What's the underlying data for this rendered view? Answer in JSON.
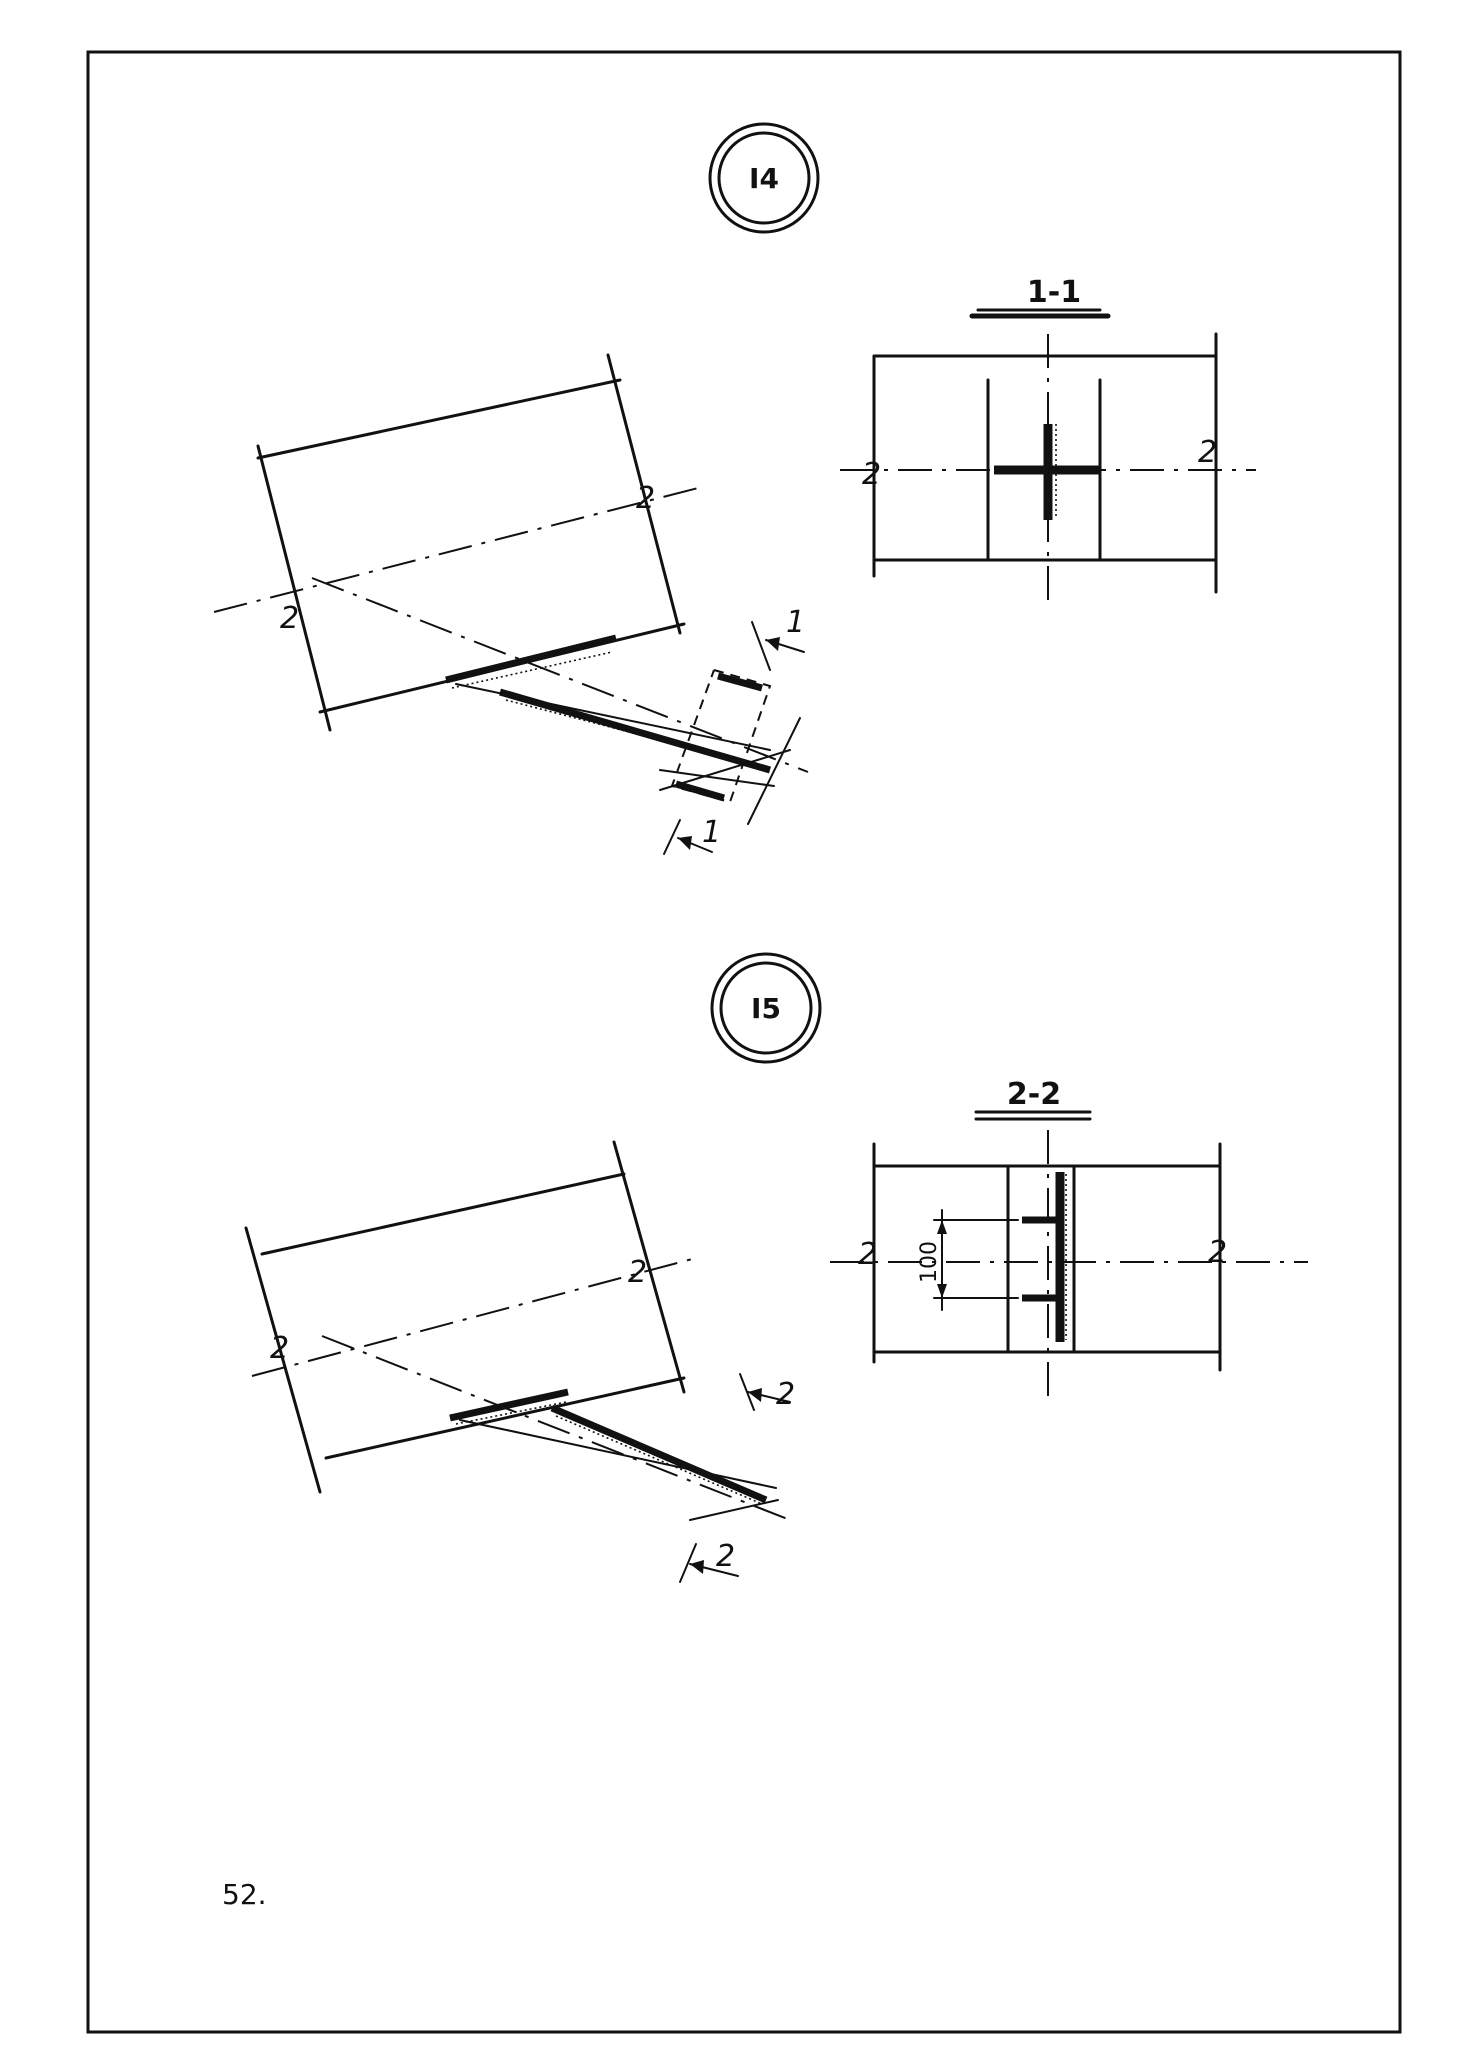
{
  "sheet": {
    "page_number": "52."
  },
  "details": [
    {
      "node_label": "I4",
      "section_title": "1-1",
      "axis_label": "2",
      "cut_label": "1"
    },
    {
      "node_label": "I5",
      "section_title": "2-2",
      "axis_label": "2",
      "cut_label": "2",
      "dimension": "100"
    }
  ]
}
